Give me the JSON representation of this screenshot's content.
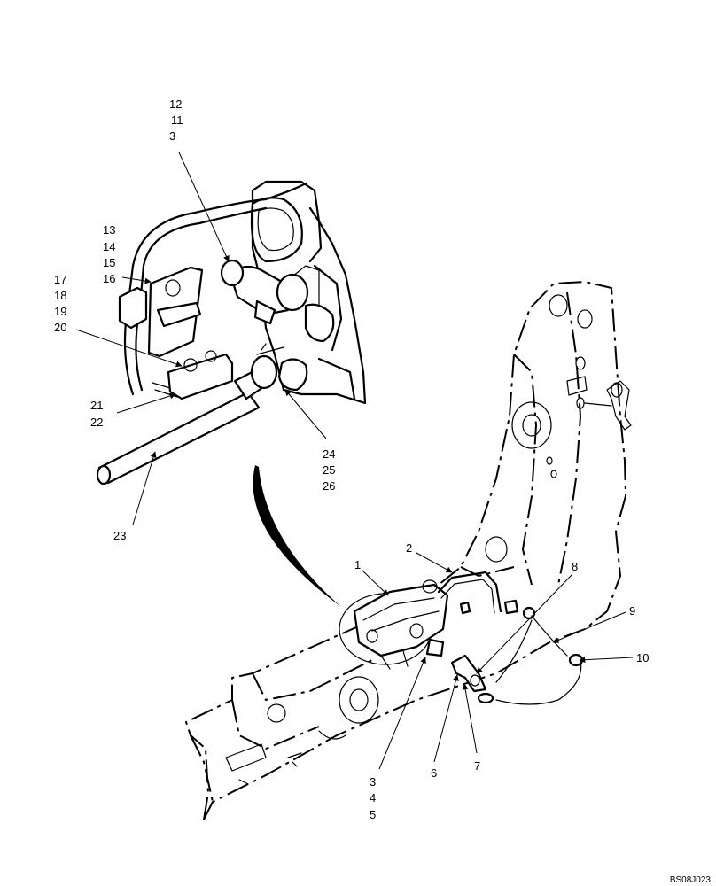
{
  "callouts": {
    "c12": "12",
    "c11": "11",
    "c3a": "3",
    "c13": "13",
    "c14": "14",
    "c15": "15",
    "c16": "16",
    "c17": "17",
    "c18": "18",
    "c19": "19",
    "c20": "20",
    "c21": "21",
    "c22": "22",
    "c24": "24",
    "c25": "25",
    "c26": "26",
    "c23": "23",
    "c1": "1",
    "c2": "2",
    "c8": "8",
    "c9": "9",
    "c10": "10",
    "c3b": "3",
    "c4": "4",
    "c5": "5",
    "c6": "6",
    "c7": "7"
  },
  "drawing_code": "BS08J023"
}
